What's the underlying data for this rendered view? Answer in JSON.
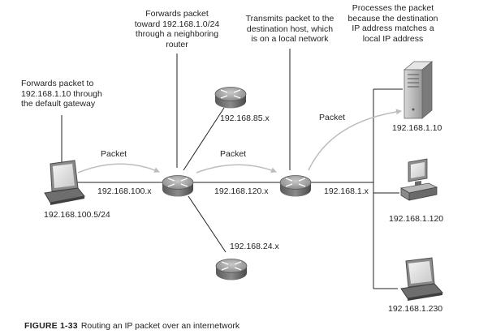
{
  "annotations": {
    "laptop_note": [
      "Forwards packet to",
      "192.168.1.10 through",
      "the default gateway"
    ],
    "router1_note": [
      "Forwards packet",
      "toward 192.168.1.0/24",
      "through a neighboring",
      "router"
    ],
    "router2_note": [
      "Transmits packet to the",
      "destination host, which",
      "is on a local network"
    ],
    "server_note": [
      "Processes the packet",
      "because the destination",
      "IP address matches a",
      "local IP address"
    ]
  },
  "labels": {
    "packet_1": "Packet",
    "packet_2": "Packet",
    "packet_3": "Packet",
    "net_100": "192.168.100.x",
    "net_120": "192.168.120.x",
    "net_1": "192.168.1.x",
    "net_85": "192.168.85.x",
    "net_24": "192.168.24.x",
    "host_laptop": "192.168.100.5/24",
    "host_server": "192.168.1.10",
    "host_desktop": "192.168.1.120",
    "host_laptop2": "192.168.1.230"
  },
  "caption": {
    "figure": "FIGURE 1-33",
    "text": "Routing an IP packet over an internetwork"
  }
}
